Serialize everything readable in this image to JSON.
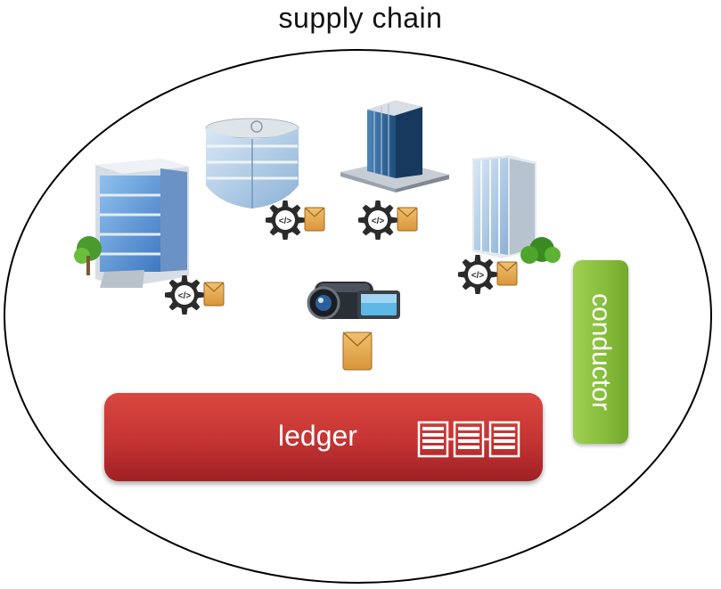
{
  "diagram": {
    "title": "supply chain",
    "ledger_label": "ledger",
    "conductor_label": "conductor",
    "nodes": [
      {
        "name": "building-1",
        "icon": "office-building-tree-icon"
      },
      {
        "name": "building-2",
        "icon": "helipad-building-icon"
      },
      {
        "name": "building-3",
        "icon": "office-tower-icon"
      },
      {
        "name": "building-4",
        "icon": "skyscraper-bush-icon"
      },
      {
        "name": "camera",
        "icon": "camcorder-icon"
      }
    ],
    "colors": {
      "ledger": "#c43433",
      "conductor": "#86bb3a",
      "envelope": "#e3a94f",
      "gear": "#2b2b2b"
    }
  }
}
